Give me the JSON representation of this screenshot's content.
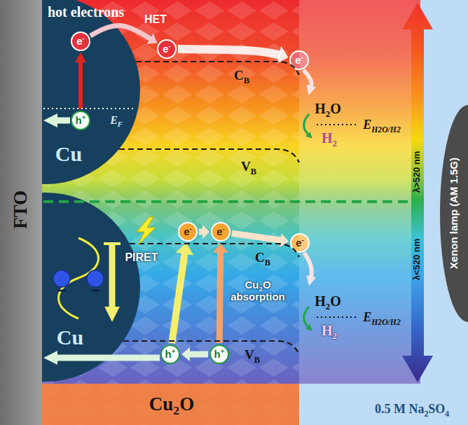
{
  "diagram": {
    "nodes": [
      {
        "text": [
          "FTO"
        ]
      },
      {
        "text": [
          "Cu"
        ]
      },
      {
        "text": [
          "e-"
        ],
        "in": 1
      },
      {
        "text": [
          "h+"
        ],
        "in": 1
      },
      {
        "text": [
          "e-"
        ]
      },
      {
        "text": [
          "e-"
        ]
      },
      {
        "text": [
          "Cu"
        ]
      },
      {
        "text": [
          "e-"
        ]
      },
      {
        "text": [
          "e-"
        ]
      },
      {
        "text": [
          "e-"
        ]
      },
      {
        "text": [
          "h+"
        ]
      },
      {
        "text": [
          "h+"
        ]
      },
      {
        "text": [
          "Cu2O"
        ]
      },
      {
        "text": [
          "0.5 M Na2SO4"
        ]
      },
      {
        "text": [
          "Xenon lamp (AM 1.5G)"
        ]
      }
    ],
    "edges": [
      {
        "from": 3,
        "to": 2,
        "arrow": "to"
      },
      {
        "from": 2,
        "to": 4,
        "label": "HET",
        "arrow": "to"
      },
      {
        "from": 4,
        "to": 5,
        "arrow": "to"
      },
      {
        "from": 7,
        "to": 8,
        "arrow": "to"
      },
      {
        "from": 8,
        "to": 9,
        "arrow": "to"
      },
      {
        "from": 10,
        "to": 7,
        "arrow": "to"
      },
      {
        "from": 11,
        "to": 8,
        "arrow": "to"
      },
      {
        "from": 11,
        "to": 10,
        "arrow": "to"
      }
    ],
    "labels": [
      "hot electrons",
      "EF",
      "CB",
      "VB",
      "H2O",
      "H2",
      "EH2O/H2",
      "λ>520 nm",
      "PIRET",
      "Cu2O absorption",
      "CB",
      "VB",
      "H2O",
      "H2",
      "EH2O/H2",
      "λ<520 nm"
    ]
  }
}
